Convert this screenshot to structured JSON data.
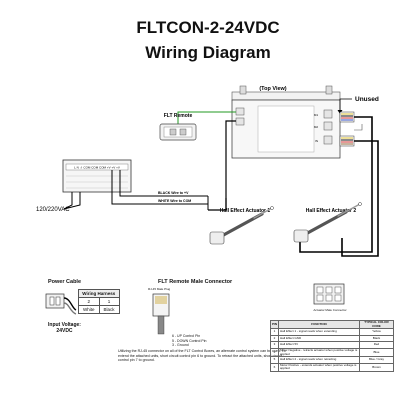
{
  "header": {
    "title": "FLTCON-2-24VDC",
    "subtitle": "Wiring Diagram"
  },
  "diagram": {
    "top_view": "(Top View)",
    "unused": "Unused",
    "flt_remote": "FLT Remote",
    "voltage_input": "120/220VAC",
    "black_wire": "BLACK Wire to +V",
    "white_wire": "WHITE Wire to COM",
    "actuator_1": "Hall Effect Actuator 1",
    "actuator_2": "Hall Effect Actuator 2",
    "psu_terminals": "L N ⏚ COM COM COM +V +V +V",
    "controller_ports": [
      "M1",
      "M2",
      "IN"
    ]
  },
  "power_cable": {
    "title": "Power Cable",
    "harness_title": "Wiring Harness",
    "pins": [
      "2",
      "1"
    ],
    "colors": [
      "White",
      "Black"
    ],
    "input_label": "Input Voltage:",
    "input_value": "24VDC"
  },
  "remote_connector": {
    "title": "FLT Remote Male Connector",
    "plug_label": "RJ-45 Male Plug",
    "pins_list": [
      "6 - UP Control Pin",
      "5 - DOWN Control Pin",
      "3 - Ground"
    ],
    "note": "Utilizing the RJ-45 connector on all of the FLT Control Boxes, an alternate control system can be used. To extend the attached units, short circuit control pin 6 to ground. To retract the attached units, short circuit control pin 7 to ground."
  },
  "actuator_connector": {
    "label": "Actuator Male Connector"
  },
  "pin_table": {
    "headers": [
      "PIN",
      "FUNCTION",
      "TYPICAL COLOR CODE"
    ],
    "rows": [
      {
        "pin": "1",
        "func": "Hall Effect 1 - signal reads when extending",
        "color": "Yellow"
      },
      {
        "pin": "2",
        "func": "Hall Effect GND",
        "color": "Black"
      },
      {
        "pin": "3",
        "func": "Hall Effect 5V",
        "color": "Red"
      },
      {
        "pin": "4",
        "func": "Motor Negative - retracts actuator when positive voltage is applied",
        "color": "Blue"
      },
      {
        "pin": "5",
        "func": "Hall Effect 2 - signal reads when retracting",
        "color": "Blue / Gray"
      },
      {
        "pin": "6",
        "func": "Motor Positive - extends actuator when positive voltage is applied",
        "color": "Brown"
      }
    ]
  }
}
